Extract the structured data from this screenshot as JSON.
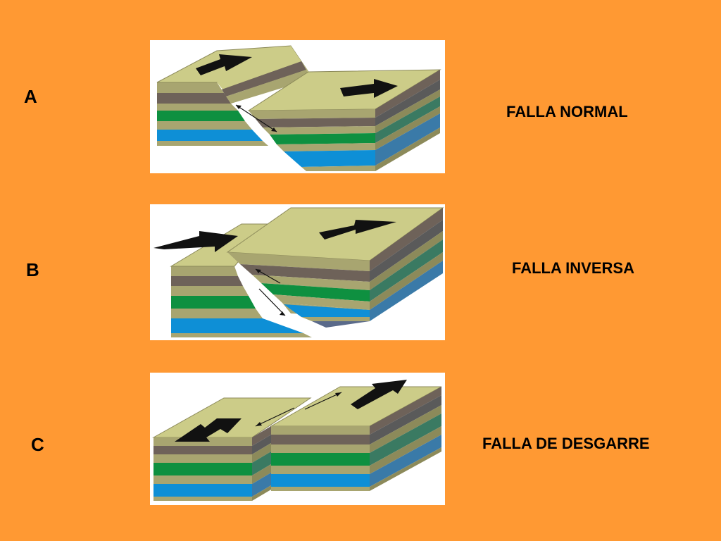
{
  "colors": {
    "background": "#FF9933",
    "panel": "#FFFFFF",
    "layer_top": "#CCCC88",
    "layer_khaki": "#A8A570",
    "layer_gray": "#6E6259",
    "layer_green": "#0E9040",
    "layer_blue": "#0E8FD6",
    "side_gray": "#5A5A5A",
    "side_green": "#3A7A62",
    "side_blue": "#3A7AA8",
    "side_khaki": "#8C8A5A",
    "arrow": "#111111"
  },
  "faults": [
    {
      "letter": "A",
      "name": "FALLA NORMAL",
      "icon": "normal-fault-block-diagram"
    },
    {
      "letter": "B",
      "name": "FALLA INVERSA",
      "icon": "reverse-fault-block-diagram"
    },
    {
      "letter": "C",
      "name": "FALLA DE DESGARRE",
      "icon": "strike-slip-fault-block-diagram"
    }
  ]
}
